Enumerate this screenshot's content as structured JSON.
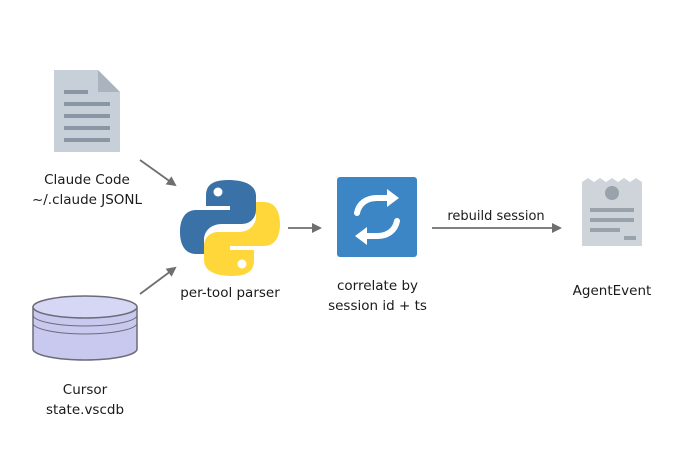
{
  "nodes": {
    "claude_code": {
      "line1": "Claude Code",
      "line2": "~/.claude JSONL",
      "icon": "document-icon"
    },
    "cursor": {
      "line1": "Cursor",
      "line2": "state.vscdb",
      "icon": "database-icon"
    },
    "parser": {
      "line1": "per-tool parser",
      "icon": "python-logo-icon"
    },
    "correlate": {
      "line1": "correlate by",
      "line2": "session id + ts",
      "icon": "sync-icon"
    },
    "agent_event": {
      "line1": "AgentEvent",
      "icon": "receipt-icon"
    }
  },
  "edges": {
    "rebuild": {
      "label": "rebuild session"
    }
  },
  "colors": {
    "doc_gray": "#c7cfd8",
    "doc_dark": "#8a96a3",
    "db_fill": "#c9c9ef",
    "db_stroke": "#6c6c78",
    "python_blue": "#3a72a8",
    "python_yellow": "#ffd73b",
    "sync_blue": "#3d86c6",
    "arrow": "#6f6f6f"
  }
}
